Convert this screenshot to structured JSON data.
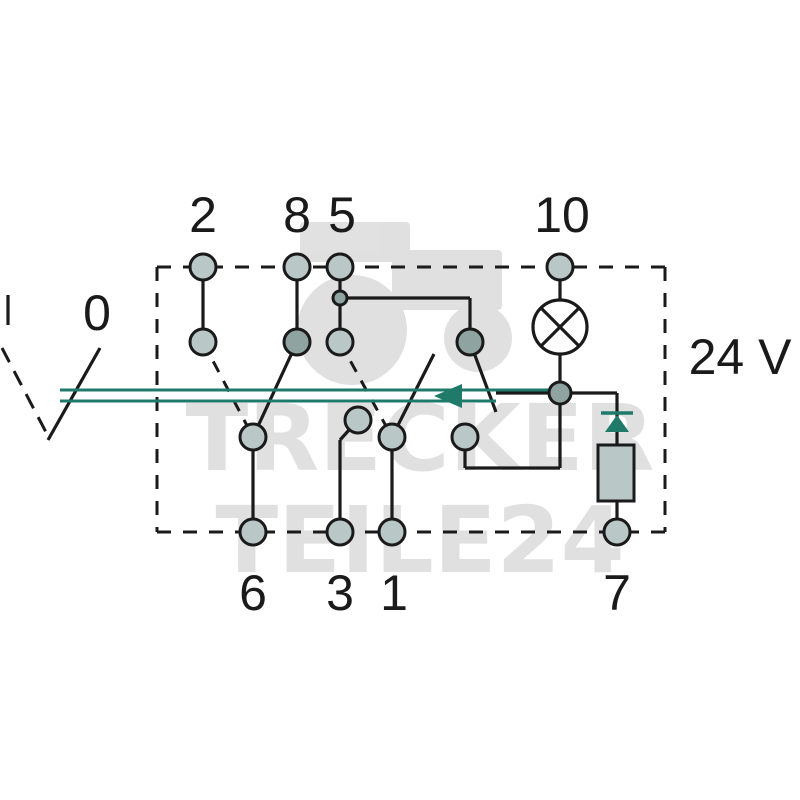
{
  "terminals": {
    "top": [
      "2",
      "8",
      "5",
      "10"
    ],
    "bottom": [
      "6",
      "3",
      "1",
      "7"
    ]
  },
  "position_label": "0",
  "voltage_label": "24 V",
  "watermark": [
    "TRECKER",
    "TEILE24"
  ],
  "colors": {
    "line": "#1a1a1a",
    "terminal_fill": "#b9c8c6",
    "actuator": "#1f7a6a",
    "resistor_fill": "#b9c8c6",
    "watermark": "#c8c8c8"
  },
  "icons": [
    "lamp-icon",
    "diode-icon",
    "resistor-icon",
    "tractor-watermark-icon"
  ]
}
